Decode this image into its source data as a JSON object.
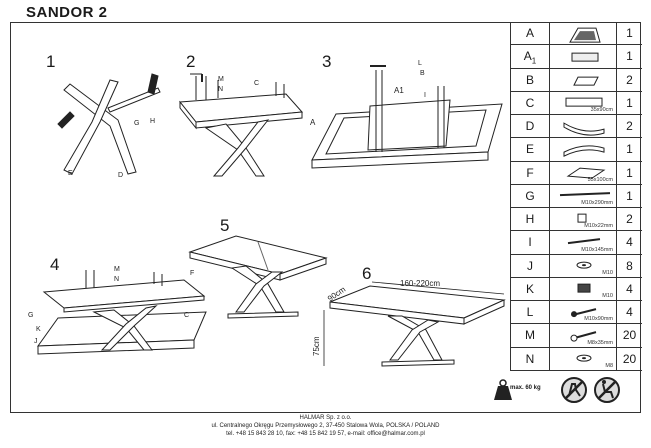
{
  "title": "SANDOR 2",
  "steps": [
    "1",
    "2",
    "3",
    "4",
    "5",
    "6"
  ],
  "callouts": {
    "s1": [
      "E",
      "D",
      "G",
      "H"
    ],
    "s2": [
      "M",
      "N",
      "C"
    ],
    "s3": [
      "L",
      "B",
      "I",
      "A1",
      "A"
    ],
    "s4": [
      "M",
      "N",
      "F",
      "G",
      "K",
      "J",
      "C"
    ]
  },
  "dimensions": {
    "length": "160-220cm",
    "depth": "90cm",
    "height": "75cm"
  },
  "parts": [
    {
      "code": "A",
      "sub": "",
      "size": "",
      "qty": "1"
    },
    {
      "code": "A",
      "sub": "1",
      "size": "",
      "qty": "1"
    },
    {
      "code": "B",
      "sub": "",
      "size": "",
      "qty": "2"
    },
    {
      "code": "C",
      "sub": "",
      "size": "35x90cm",
      "qty": "1"
    },
    {
      "code": "D",
      "sub": "",
      "size": "",
      "qty": "2"
    },
    {
      "code": "E",
      "sub": "",
      "size": "",
      "qty": "1"
    },
    {
      "code": "F",
      "sub": "",
      "size": "55x100cm",
      "qty": "1"
    },
    {
      "code": "G",
      "sub": "",
      "size": "M10x290mm",
      "qty": "1"
    },
    {
      "code": "H",
      "sub": "",
      "size": "M10x22mm",
      "qty": "2"
    },
    {
      "code": "I",
      "sub": "",
      "size": "M10x145mm",
      "qty": "4"
    },
    {
      "code": "J",
      "sub": "",
      "size": "M10",
      "qty": "8"
    },
    {
      "code": "K",
      "sub": "",
      "size": "M10",
      "qty": "4"
    },
    {
      "code": "L",
      "sub": "",
      "size": "M10x90mm",
      "qty": "4"
    },
    {
      "code": "M",
      "sub": "",
      "size": "M8x35mm",
      "qty": "20"
    },
    {
      "code": "N",
      "sub": "",
      "size": "M8",
      "qty": "20"
    }
  ],
  "max_load": "max. 60 kg",
  "footer": {
    "company": "HALMAR Sp. z o.o.",
    "address": "ul. Centralnego Okręgu Przemysłowego 2, 37-450 Stalowa Wola, POLSKA / POLAND",
    "contact": "tel. +48 15 843 28 10, fax: +48 15 842 19 57, e-mail: office@halmar.com.pl"
  }
}
